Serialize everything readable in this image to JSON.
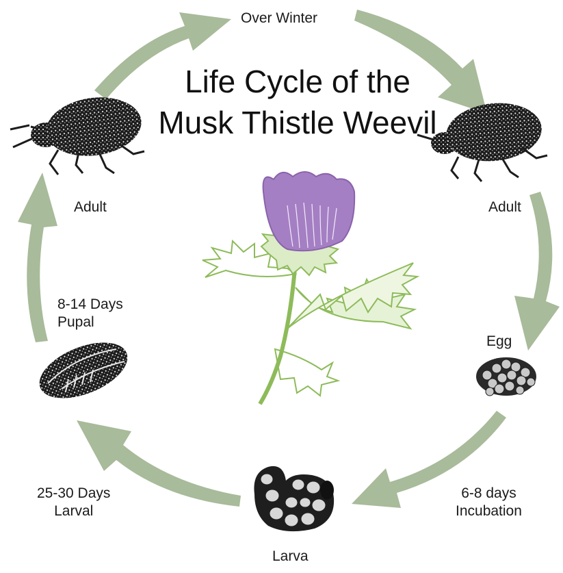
{
  "title": {
    "line1": "Life Cycle of the",
    "line2": "Musk Thistle Weevil"
  },
  "stages": {
    "over_winter": "Over Winter",
    "adult_right": "Adult",
    "egg": "Egg",
    "incubation": {
      "line1": "6-8 days",
      "line2": "Incubation"
    },
    "larva": "Larva",
    "larval": {
      "line1": "25-30 Days",
      "line2": "Larval"
    },
    "pupal": {
      "line1": "8-14 Days",
      "line2": "Pupal"
    },
    "adult_left": "Adult"
  },
  "colors": {
    "arrow": "#a8bb9a",
    "thistle_flower": "#a57fc4",
    "thistle_stem": "#8dbb5a",
    "insect": "#1c1c1c"
  },
  "icons": [
    "weevil-adult-icon",
    "egg-cluster-icon",
    "larva-icon",
    "pupa-icon",
    "thistle-icon"
  ]
}
